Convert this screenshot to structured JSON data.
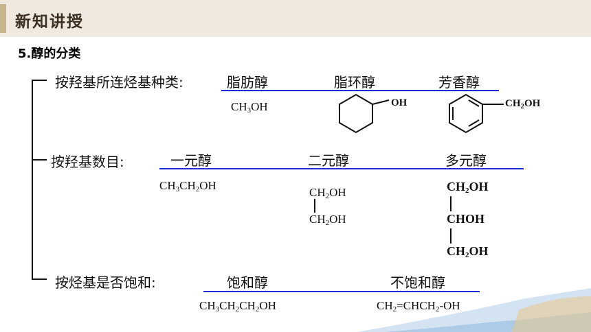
{
  "header": {
    "title": "新知讲授"
  },
  "section": {
    "title": "5.醇的分类"
  },
  "rows": [
    {
      "label": "按羟基所连烃基种类:",
      "types": [
        "脂肪醇",
        "脂环醇",
        "芳香醇"
      ],
      "examples": {
        "aliphatic": {
          "p1": "CH",
          "s1": "3",
          "p2": "OH"
        },
        "alicyclic_group": "OH",
        "aromatic_group": {
          "p1": "CH",
          "s1": "2",
          "p2": "OH"
        }
      }
    },
    {
      "label": "按羟基数目:",
      "types": [
        "一元醇",
        "二元醇",
        "多元醇"
      ],
      "examples": {
        "mono": {
          "p1": "CH",
          "s1": "3",
          "p2": "CH",
          "s2": "2",
          "p3": "OH"
        },
        "di": [
          {
            "p1": "CH",
            "s1": "2",
            "p2": "OH"
          },
          {
            "p1": "CH",
            "s1": "2",
            "p2": "OH"
          }
        ],
        "poly": [
          {
            "p1": "CH",
            "s1": "2",
            "p2": "OH"
          },
          {
            "p1": "CHOH"
          },
          {
            "p1": "CH",
            "s1": "2",
            "p2": "OH"
          }
        ]
      }
    },
    {
      "label": "按烃基是否饱和:",
      "types": [
        "饱和醇",
        "不饱和醇"
      ],
      "examples": {
        "saturated": {
          "p1": "CH",
          "s1": "3",
          "p2": "CH",
          "s2": "2",
          "p3": "CH",
          "s3": "2",
          "p4": "OH"
        },
        "unsaturated": {
          "p1": "CH",
          "s1": "2",
          "p2": "=CHCH",
          "s2": "2",
          "p3": "-OH"
        }
      }
    }
  ],
  "colors": {
    "divider": "#1f2ad6",
    "header_bg": "#efe9df",
    "accent": "#c8b48c"
  }
}
